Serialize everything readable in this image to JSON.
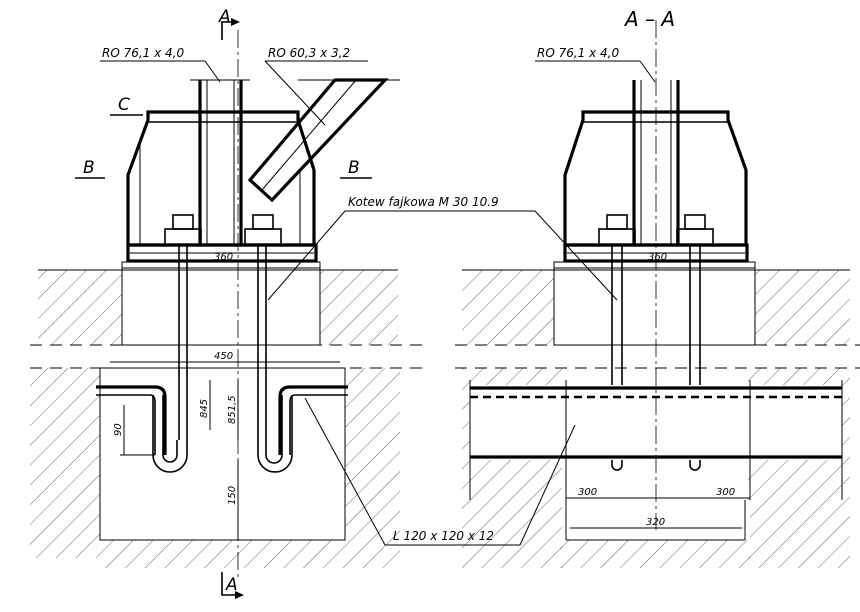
{
  "labels": {
    "section_a_top": "A",
    "section_a_bottom": "A",
    "section_title": "A – A",
    "section_c": "C",
    "section_b_left": "B",
    "section_b_right": "B",
    "pipe_left": "RO 76,1 x 4,0",
    "pipe_brace": "RO 60,3 x 3,2",
    "pipe_right": "RO 76,1 x 4,0",
    "anchor_bolt": "Kotew fajkowa M 30  10.9",
    "angle_profile": "L 120 x 120 x 12"
  },
  "dimensions": {
    "base_left": "360",
    "base_right": "360",
    "width_450": "450",
    "depth_845": "845",
    "depth_851": "851,5",
    "hook_90": "90",
    "height_150": "150",
    "span_300_left": "300",
    "span_300_right": "300",
    "width_320": "320"
  }
}
